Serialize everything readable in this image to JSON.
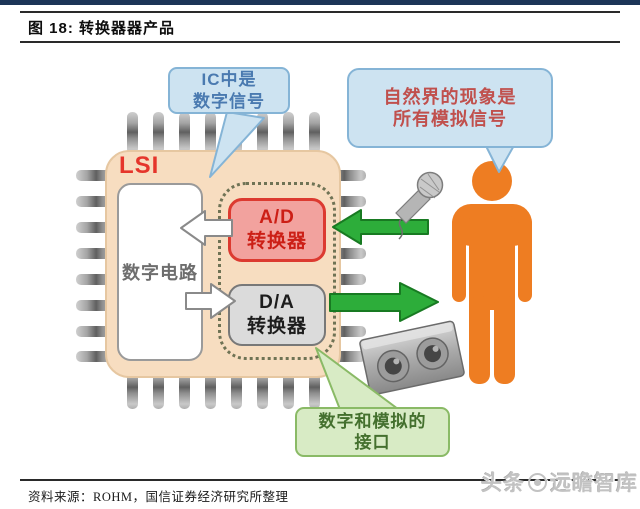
{
  "header": {
    "figure_label": "图 18: 转换器器产品"
  },
  "diagram": {
    "chip_label": "LSI",
    "digital_circuit_label": "数字电路",
    "ad_converter": {
      "line1": "A/D",
      "line2": "转换器"
    },
    "da_converter": {
      "line1": "D/A",
      "line2": "转换器"
    },
    "bubble_digital": {
      "line1": "IC中是",
      "line2": "数字信号"
    },
    "bubble_analog": {
      "line1": "自然界的现象是",
      "line2": "所有模拟信号"
    },
    "bubble_interface": {
      "line1": "数字和模拟的",
      "line2": "接口"
    },
    "pins_per_side": 8
  },
  "footer": {
    "source": "资料来源：ROHM，国信证券经济研究所整理"
  },
  "watermark": {
    "prefix": "头条",
    "suffix": "远瞻智库"
  },
  "icons": {
    "microphone": "microphone-icon",
    "speaker": "speaker-icon",
    "person": "person-silhouette-icon",
    "analog_input_arrow": "green-arrow-left-icon",
    "analog_output_arrow": "green-arrow-right-icon",
    "digital_to_ad_arrow": "white-arrow-left-icon",
    "digital_to_da_arrow": "white-arrow-right-icon",
    "watermark_logo": "yuanzhan-logo-icon"
  },
  "colors": {
    "top_bar": "#1c3557",
    "chip_fill": "#f7ddc0",
    "ad_border_red": "#dc3a30",
    "da_border_gray": "#787878",
    "arrow_green": "#2dad3a",
    "person_orange": "#ee7d22",
    "bubble_blue_fill": "#cde3f1",
    "bubble_green_fill": "#d8ebc5",
    "digital_text_blue": "#4a7ab0",
    "analog_text_red": "#c0504d"
  }
}
